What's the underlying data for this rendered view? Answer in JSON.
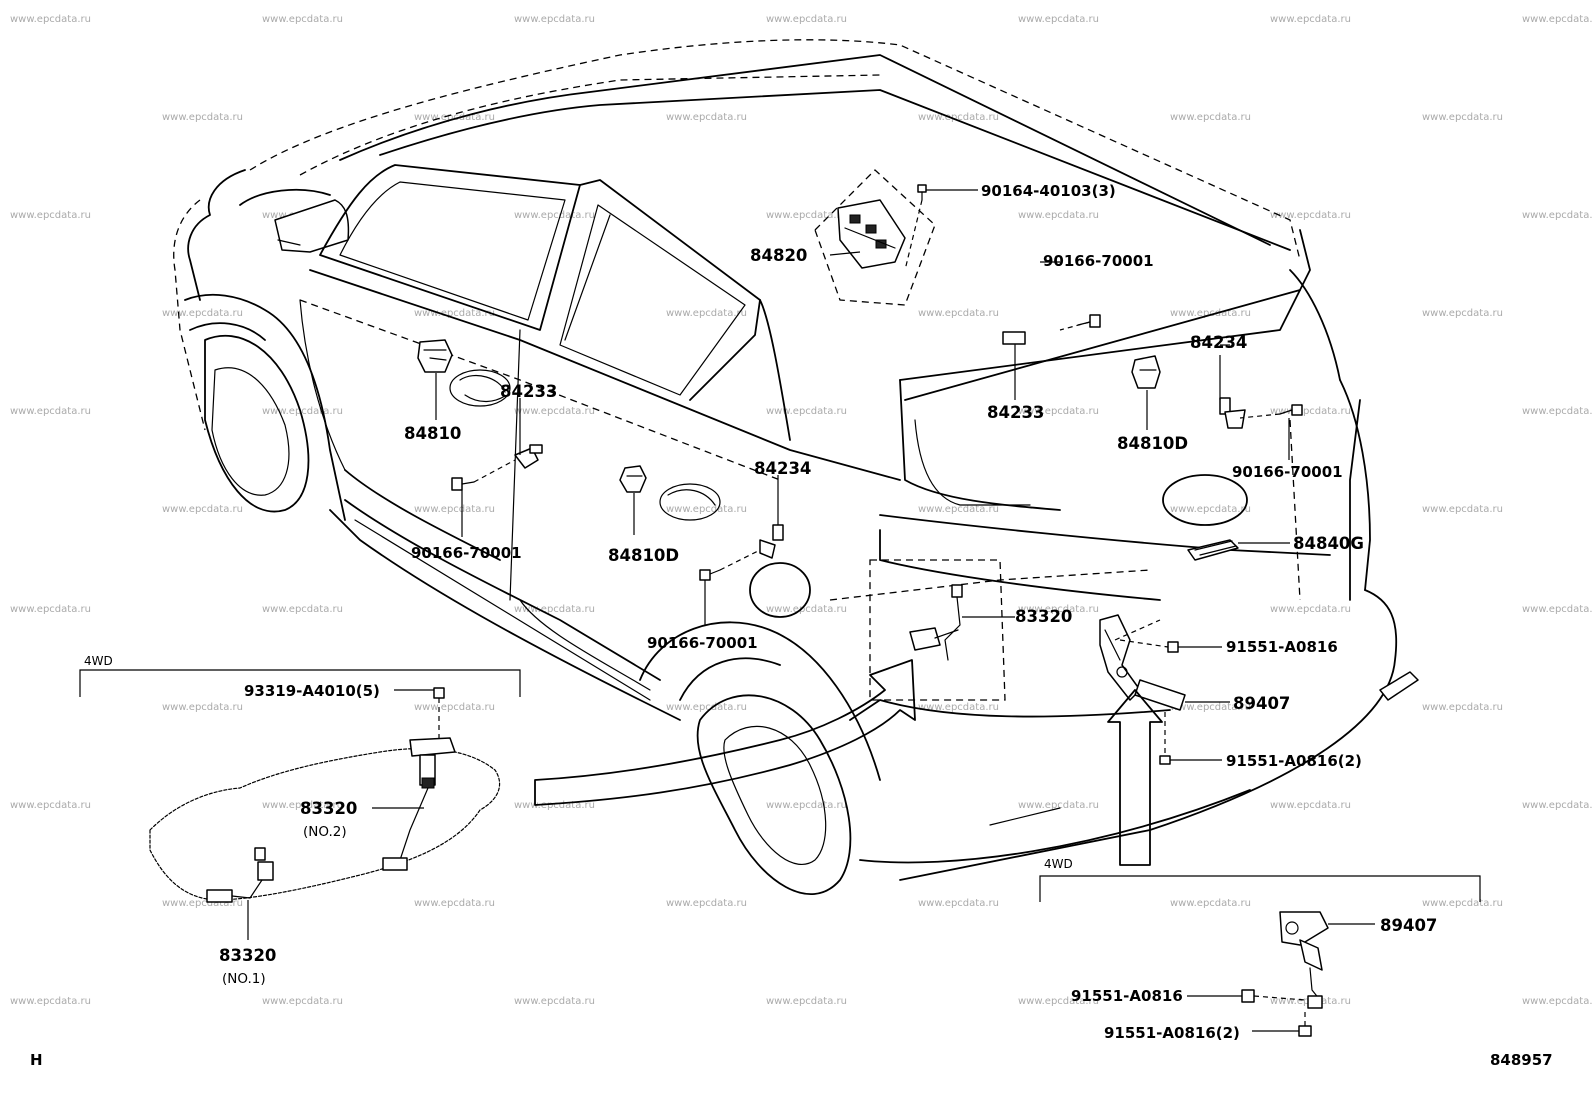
{
  "diagram": {
    "watermark": "www.epcdata.ru",
    "footer_left": "H",
    "footer_right": "848957",
    "group_4wd_left": "4WD",
    "group_4wd_right": "4WD",
    "callouts": {
      "p90164_40103": "90164-40103(3)",
      "p84820": "84820",
      "p90166_70001_top": "90166-70001",
      "p84234_right": "84234",
      "p84233_right": "84233",
      "p84810D_right": "84810D",
      "p90166_70001_right": "90166-70001",
      "p84840G": "84840G",
      "p84233_left": "84233",
      "p84810": "84810",
      "p84234_mid": "84234",
      "p84810D_mid": "84810D",
      "p90166_70001_left": "90166-70001",
      "p90166_70001_mid": "90166-70001",
      "p83320_main": "83320",
      "p91551_A0816_main": "91551-A0816",
      "p89407_main": "89407",
      "p91551_A0816_2_main": "91551-A0816(2)",
      "p93319_A4010": "93319-A4010(5)",
      "p83320_no2": "83320",
      "p83320_no2_sub": "(NO.2)",
      "p83320_no1": "83320",
      "p83320_no1_sub": "(NO.1)",
      "p89407_4wd": "89407",
      "p91551_A0816_4wd": "91551-A0816",
      "p91551_A0816_2_4wd": "91551-A0816(2)"
    }
  }
}
